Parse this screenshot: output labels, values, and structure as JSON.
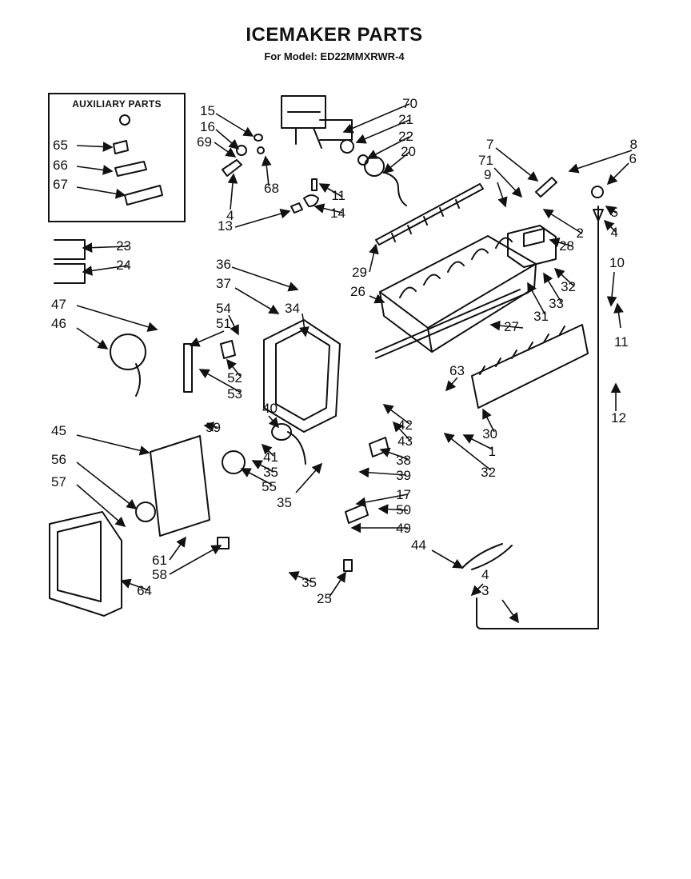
{
  "header": {
    "title": "ICEMAKER PARTS",
    "subtitle": "For Model: ED22MMXRWR-4"
  },
  "auxiliary": {
    "title": "AUXILIARY PARTS"
  },
  "callouts": [
    "1",
    "2",
    "3",
    "4",
    "5",
    "6",
    "7",
    "8",
    "9",
    "10",
    "11",
    "12",
    "13",
    "14",
    "15",
    "16",
    "17",
    "20",
    "21",
    "22",
    "23",
    "24",
    "25",
    "26",
    "27",
    "28",
    "29",
    "30",
    "31",
    "32",
    "33",
    "34",
    "35",
    "36",
    "37",
    "38",
    "39",
    "40",
    "41",
    "42",
    "43",
    "44",
    "45",
    "46",
    "47",
    "49",
    "50",
    "51",
    "52",
    "53",
    "54",
    "55",
    "56",
    "57",
    "58",
    "59",
    "61",
    "63",
    "64",
    "65",
    "66",
    "67",
    "68",
    "69",
    "70",
    "71"
  ]
}
